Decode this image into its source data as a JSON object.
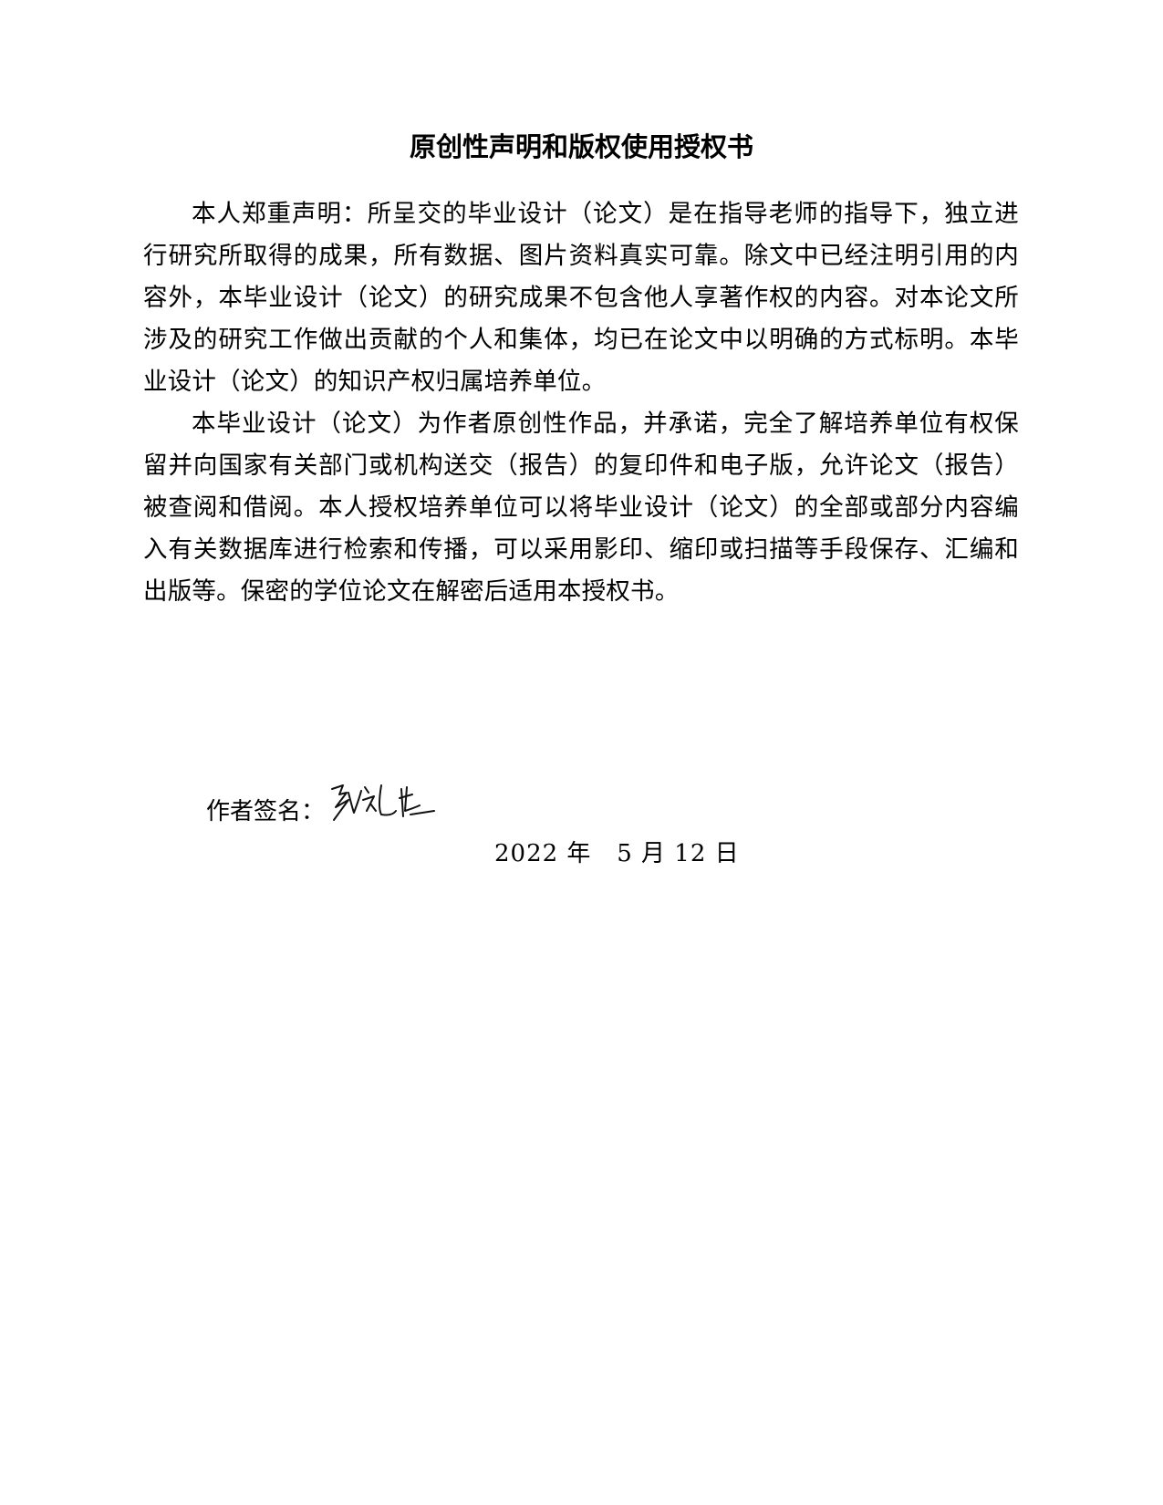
{
  "document": {
    "title": "原创性声明和版权使用授权书",
    "paragraphs": [
      "本人郑重声明：所呈交的毕业设计（论文）是在指导老师的指导下，独立进行研究所取得的成果，所有数据、图片资料真实可靠。除文中已经注明引用的内容外，本毕业设计（论文）的研究成果不包含他人享著作权的内容。对本论文所涉及的研究工作做出贡献的个人和集体，均已在论文中以明确的方式标明。本毕业设计（论文）的知识产权归属培养单位。",
      "本毕业设计（论文）为作者原创性作品，并承诺，完全了解培养单位有权保留并向国家有关部门或机构送交（报告）的复印件和电子版，允许论文（报告）被查阅和借阅。本人授权培养单位可以将毕业设计（论文）的全部或部分内容编入有关数据库进行检索和传播，可以采用影印、缩印或扫描等手段保存、汇编和出版等。保密的学位论文在解密后适用本授权书。"
    ],
    "signature": {
      "label": "作者签名：",
      "image": "handwritten-signature"
    },
    "date": {
      "text": "2022 年   5 月 12 日",
      "year": "2022",
      "month": "5",
      "day": "12"
    }
  }
}
